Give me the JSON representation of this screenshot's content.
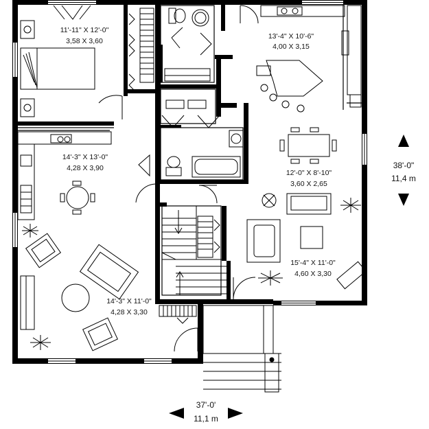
{
  "plan": {
    "rooms": {
      "bedroom_1": {
        "imperial": "11'-11\" X 12'-0\"",
        "metric": "3,58 X 3,60"
      },
      "kitchen": {
        "imperial": "13'-4\" X 10'-6\"",
        "metric": "4,00 X 3,15"
      },
      "kitchen_dining": {
        "imperial": "14'-3\" X 13'-0\"",
        "metric": "4,28 X 3,90"
      },
      "dining": {
        "imperial": "12'-0\" X 8'-10\"",
        "metric": "3,60 X 2,65"
      },
      "living": {
        "imperial": "15'-4\" X 11'-0\"",
        "metric": "4,60 X 3,30"
      },
      "family": {
        "imperial": "14'-3\" X 11'-0\"",
        "metric": "4,28 X 3,30"
      }
    },
    "overall": {
      "depth_imperial": "38'-0\"",
      "depth_metric": "11,4 m",
      "width_imperial": "37'-0'",
      "width_metric": "11,1 m"
    }
  }
}
